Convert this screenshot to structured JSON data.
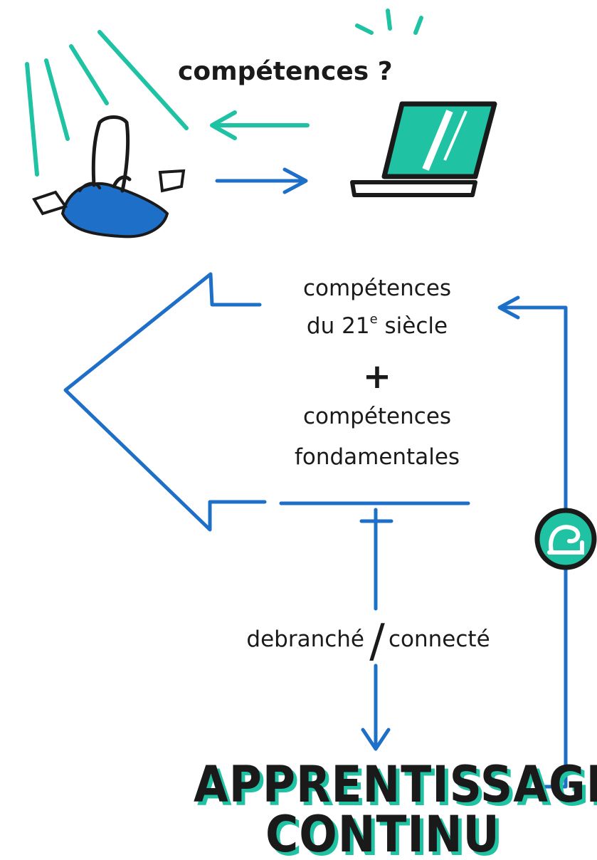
{
  "top": {
    "question": "compétences ?",
    "arrow_color_left": "#1fc3a3",
    "arrow_color_right": "#1e6fc8"
  },
  "center": {
    "line1": "compétences",
    "line2_prefix": "du 21",
    "line2_sup": "e",
    "line2_suffix": " siècle",
    "plus": "+",
    "line3": "compétences",
    "line4": "fondamentales"
  },
  "fork": {
    "left": "debranché",
    "slash": "/",
    "right": "connecté"
  },
  "footer": {
    "line1": "APPRENTISSAGE",
    "line2": "CONTINU"
  },
  "colors": {
    "blue": "#1e6fc8",
    "teal": "#1fc3a3",
    "ink": "#1a1a1a"
  },
  "icons": {
    "person": "skydiver-person-icon",
    "laptop": "laptop-icon",
    "cycle": "recycle-loop-icon"
  }
}
